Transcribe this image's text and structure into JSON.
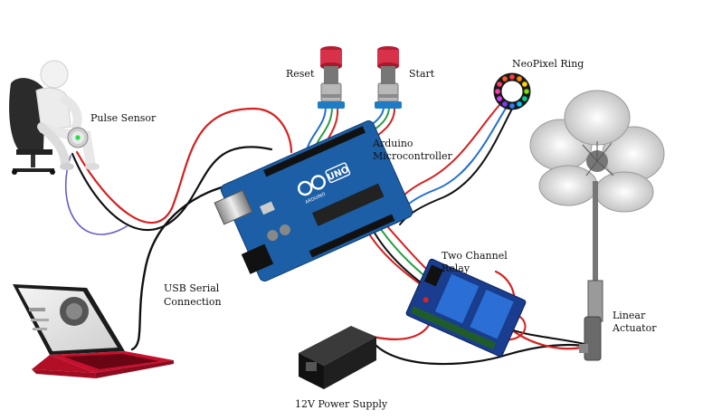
{
  "labels": {
    "reset": "Reset",
    "start": "Start",
    "neopixel": "NeoPixel Ring",
    "pulse_sensor": "Pulse Sensor",
    "arduino_line1": "Arduino",
    "arduino_line2": "Microcontroller",
    "relay_line1": "Two Channel",
    "relay_line2": "Relay",
    "usb_line1": "USB Serial",
    "usb_line2": "Connection",
    "actuator_line1": "Linear",
    "actuator_line2": "Actuator",
    "power_supply": "12V Power Supply",
    "board_brand": "UNO",
    "board_name": "ARDUINO"
  },
  "colors": {
    "wire_red": "#d62020",
    "wire_blue": "#1f6fd0",
    "wire_green": "#2a9d45",
    "wire_black": "#111111",
    "button_cap": "#d8324a",
    "board": "#1c5fa6",
    "laptop": "#c8102e",
    "relay": "#1a3d8f"
  },
  "neopixel_colors": [
    "#ff3b3b",
    "#ff8a00",
    "#ffd400",
    "#7ae000",
    "#00d08a",
    "#00c8ff",
    "#2f7bff",
    "#7a3bff",
    "#d43bff",
    "#ff3bb0",
    "#ff3b6b",
    "#ff5a2a"
  ]
}
